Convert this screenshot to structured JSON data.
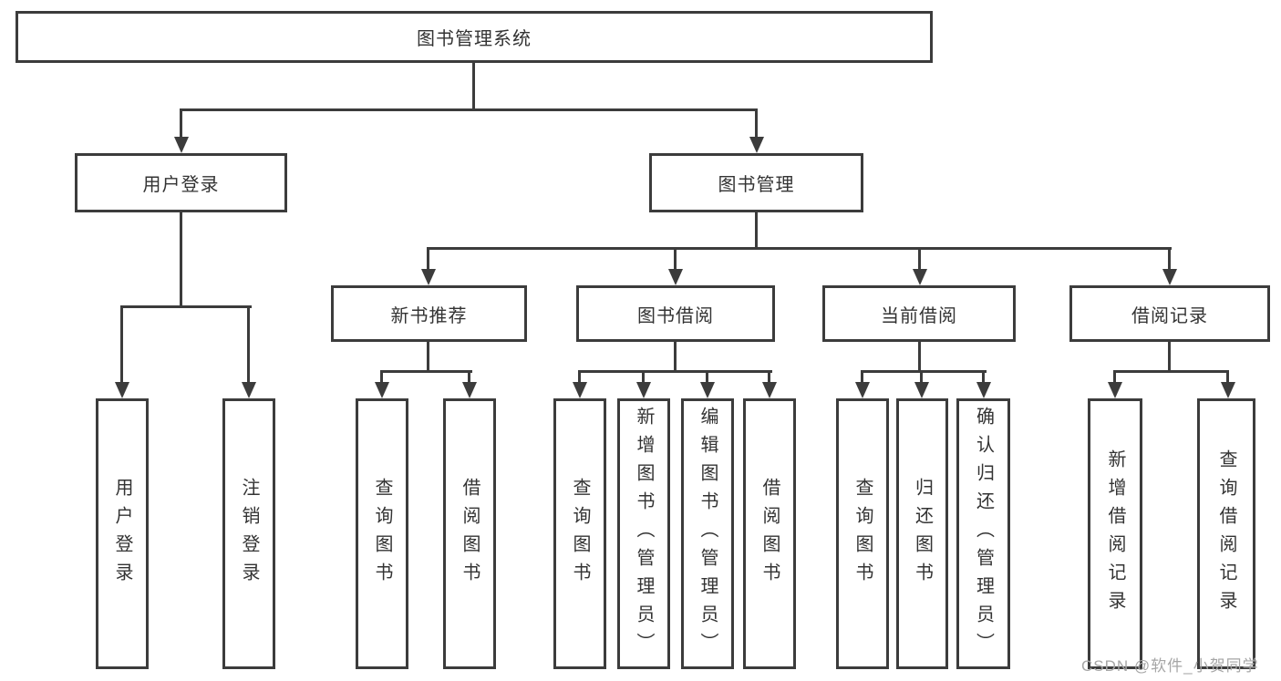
{
  "diagram": {
    "root": {
      "label": "图书管理系统"
    },
    "branches": [
      {
        "label": "用户登录",
        "children": [
          {
            "label": "用户登录"
          },
          {
            "label": "注销登录"
          }
        ]
      },
      {
        "label": "图书管理",
        "groups": [
          {
            "label": "新书推荐",
            "children": [
              {
                "label": "查询图书"
              },
              {
                "label": "借阅图书"
              }
            ]
          },
          {
            "label": "图书借阅",
            "children": [
              {
                "label": "查询图书"
              },
              {
                "label": "新增图书（管理员）"
              },
              {
                "label": "编辑图书（管理员）"
              },
              {
                "label": "借阅图书"
              }
            ]
          },
          {
            "label": "当前借阅",
            "children": [
              {
                "label": "查询图书"
              },
              {
                "label": "归还图书"
              },
              {
                "label": "确认归还（管理员）"
              }
            ]
          },
          {
            "label": "借阅记录",
            "children": [
              {
                "label": "新增借阅记录"
              },
              {
                "label": "查询借阅记录"
              }
            ]
          }
        ]
      }
    ]
  },
  "watermark": {
    "text": "CSDN @软件_小贺同学"
  },
  "colors": {
    "line": "#3c3c3c",
    "text": "#333333",
    "background": "#ffffff",
    "box_fill": "#ffffff",
    "watermark": "#a6a6a6"
  }
}
